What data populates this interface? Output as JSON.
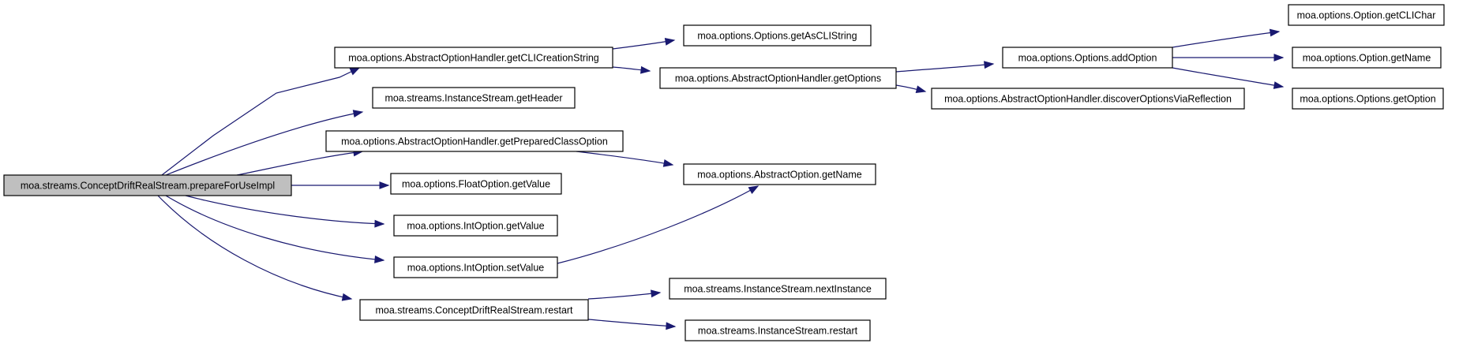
{
  "diagram": {
    "colors": {
      "edge": "#191970",
      "root_fill": "#bfbfbf",
      "node_fill": "#ffffff",
      "node_border": "#000000"
    },
    "nodes": [
      {
        "id": "root",
        "label": "moa.streams.ConceptDriftRealStream.prepareForUseImpl"
      },
      {
        "id": "getCLICreationString",
        "label": "moa.options.AbstractOptionHandler.getCLICreationString"
      },
      {
        "id": "getHeader",
        "label": "moa.streams.InstanceStream.getHeader"
      },
      {
        "id": "getPreparedClassOption",
        "label": "moa.options.AbstractOptionHandler.getPreparedClassOption"
      },
      {
        "id": "floatGetValue",
        "label": "moa.options.FloatOption.getValue"
      },
      {
        "id": "intGetValue",
        "label": "moa.options.IntOption.getValue"
      },
      {
        "id": "intSetValue",
        "label": "moa.options.IntOption.setValue"
      },
      {
        "id": "cdRestart",
        "label": "moa.streams.ConceptDriftRealStream.restart"
      },
      {
        "id": "getAsCLIString",
        "label": "moa.options.Options.getAsCLIString"
      },
      {
        "id": "getOptions",
        "label": "moa.options.AbstractOptionHandler.getOptions"
      },
      {
        "id": "abstractGetName",
        "label": "moa.options.AbstractOption.getName"
      },
      {
        "id": "nextInstance",
        "label": "moa.streams.InstanceStream.nextInstance"
      },
      {
        "id": "isRestart",
        "label": "moa.streams.InstanceStream.restart"
      },
      {
        "id": "addOption",
        "label": "moa.options.Options.addOption"
      },
      {
        "id": "discoverOptions",
        "label": "moa.options.AbstractOptionHandler.discoverOptionsViaReflection"
      },
      {
        "id": "getCLIChar",
        "label": "moa.options.Option.getCLIChar"
      },
      {
        "id": "optionGetName",
        "label": "moa.options.Option.getName"
      },
      {
        "id": "getOption",
        "label": "moa.options.Options.getOption"
      }
    ],
    "edges": [
      {
        "from": "root",
        "to": "getCLICreationString"
      },
      {
        "from": "root",
        "to": "getHeader"
      },
      {
        "from": "root",
        "to": "getPreparedClassOption"
      },
      {
        "from": "root",
        "to": "floatGetValue"
      },
      {
        "from": "root",
        "to": "intGetValue"
      },
      {
        "from": "root",
        "to": "intSetValue"
      },
      {
        "from": "root",
        "to": "cdRestart"
      },
      {
        "from": "getCLICreationString",
        "to": "getAsCLIString"
      },
      {
        "from": "getCLICreationString",
        "to": "getOptions"
      },
      {
        "from": "getPreparedClassOption",
        "to": "abstractGetName"
      },
      {
        "from": "intSetValue",
        "to": "abstractGetName"
      },
      {
        "from": "cdRestart",
        "to": "nextInstance"
      },
      {
        "from": "cdRestart",
        "to": "isRestart"
      },
      {
        "from": "getOptions",
        "to": "addOption"
      },
      {
        "from": "getOptions",
        "to": "discoverOptions"
      },
      {
        "from": "addOption",
        "to": "getCLIChar"
      },
      {
        "from": "addOption",
        "to": "optionGetName"
      },
      {
        "from": "addOption",
        "to": "getOption"
      }
    ]
  }
}
